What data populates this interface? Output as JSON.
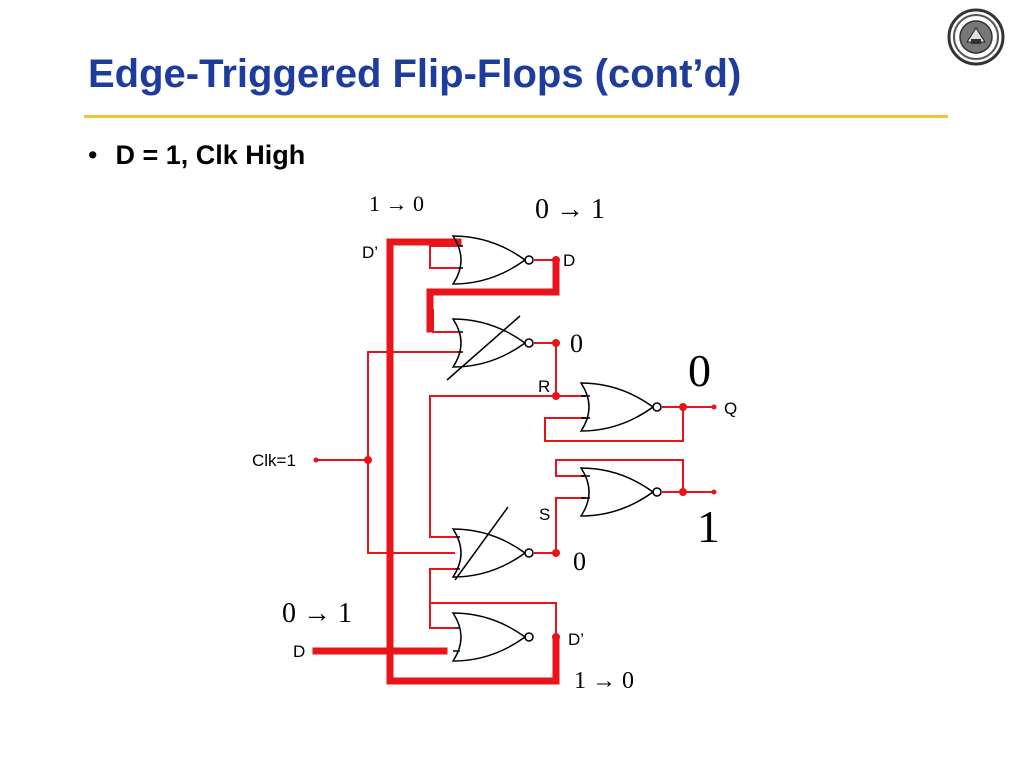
{
  "slide": {
    "title": "Edge-Triggered Flip-Flops (cont’d)",
    "bullet": "D = 1, Clk High",
    "logo_icon": "university-seal-icon"
  },
  "colors": {
    "title": "#1e3c9c",
    "rule": "#f2c233",
    "wire": "#e8141a",
    "gate": "#000000"
  },
  "diagram": {
    "labels": {
      "d_prime_top": "D’",
      "d_top": "D",
      "r": "R",
      "q": "Q",
      "clk": "Clk=1",
      "s": "S",
      "d_prime_bottom": "D’",
      "d_input": "D"
    },
    "values": {
      "top_left_transition": "1 → 0",
      "top_right_transition": "0 → 1",
      "gate2_output": "0",
      "q_value": "0",
      "qbar_value": "1",
      "gate3_output": "0",
      "d_input_transition": "0 → 1",
      "bottom_transition": "1 → 0"
    }
  }
}
